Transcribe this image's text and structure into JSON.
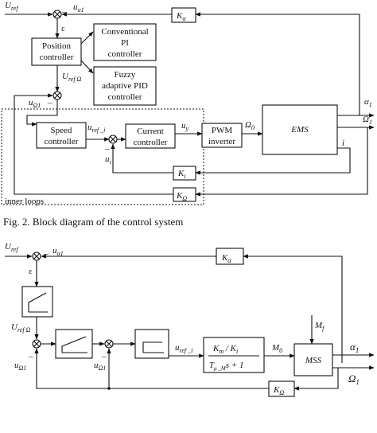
{
  "diagram1": {
    "inputs": {
      "u_ref": "U",
      "u_ref_sub": "ref"
    },
    "signals": {
      "u_alpha1": "u",
      "u_alpha1_sub": "α1",
      "epsilon": "ε",
      "u_ref_omega": "U",
      "u_ref_omega_sub": "ref Ω",
      "u_omega1": "u",
      "u_omega1_sub": "Ω1",
      "u_ref_i": "u",
      "u_ref_i_sub": "ref _i",
      "u_i": "u",
      "u_i_sub": "i",
      "u_y": "u",
      "u_y_sub": "y",
      "omega0": "Ω",
      "omega0_sub": "0",
      "alpha1": "α",
      "alpha1_sub": "1",
      "omega1": "Ω",
      "omega1_sub": "1",
      "i": "i",
      "minus": "_"
    },
    "blocks": {
      "position_controller": [
        "Position",
        "controller"
      ],
      "conventional_pi": [
        "Conventional",
        "PI",
        "controller"
      ],
      "fuzzy_pid": [
        "Fuzzy",
        "adaptive PID",
        "controller"
      ],
      "speed_controller": [
        "Speed",
        "controller"
      ],
      "current_controller": [
        "Current",
        "controller"
      ],
      "pwm_inverter": [
        "PWM",
        "inverter"
      ],
      "ems": "EMS",
      "k_alpha": "K",
      "k_alpha_sub": "α",
      "k_i": "K",
      "k_i_sub": "i",
      "k_omega": "K",
      "k_omega_sub": "Ω"
    },
    "inner_loops_label": "inner loops"
  },
  "caption": "Fig. 2.   Block diagram of the control system",
  "diagram2": {
    "signals": {
      "u_ref": "U",
      "u_ref_sub": "ref",
      "u_alpha1": "u",
      "u_alpha1_sub": "α1",
      "epsilon": "ε",
      "u_ref_omega": "U",
      "u_ref_omega_sub": "ref Ω",
      "u_omega1_left": "u",
      "u_omega1_left_sub": "Ω1",
      "u_omega1_mid": "u",
      "u_omega1_mid_sub": "Ω1",
      "u_ref_i": "u",
      "u_ref_i_sub": "ref _i",
      "m0": "M",
      "m0_sub": "0",
      "mf": "M",
      "mf_sub": "f",
      "alpha1": "α",
      "alpha1_sub": "1",
      "omega1": "Ω",
      "omega1_sub": "1",
      "minus": "_"
    },
    "blocks": {
      "tf_num": "K",
      "tf_num_sub": "m",
      "tf_num_sep": " / K",
      "tf_num_sub2": "i",
      "tf_den": "T",
      "tf_den_sub": "μ _M",
      "tf_den_tail": "s + 1",
      "mss": "MSS",
      "k_alpha": "K",
      "k_alpha_sub": "α",
      "k_omega": "K",
      "k_omega_sub": "Ω"
    }
  }
}
